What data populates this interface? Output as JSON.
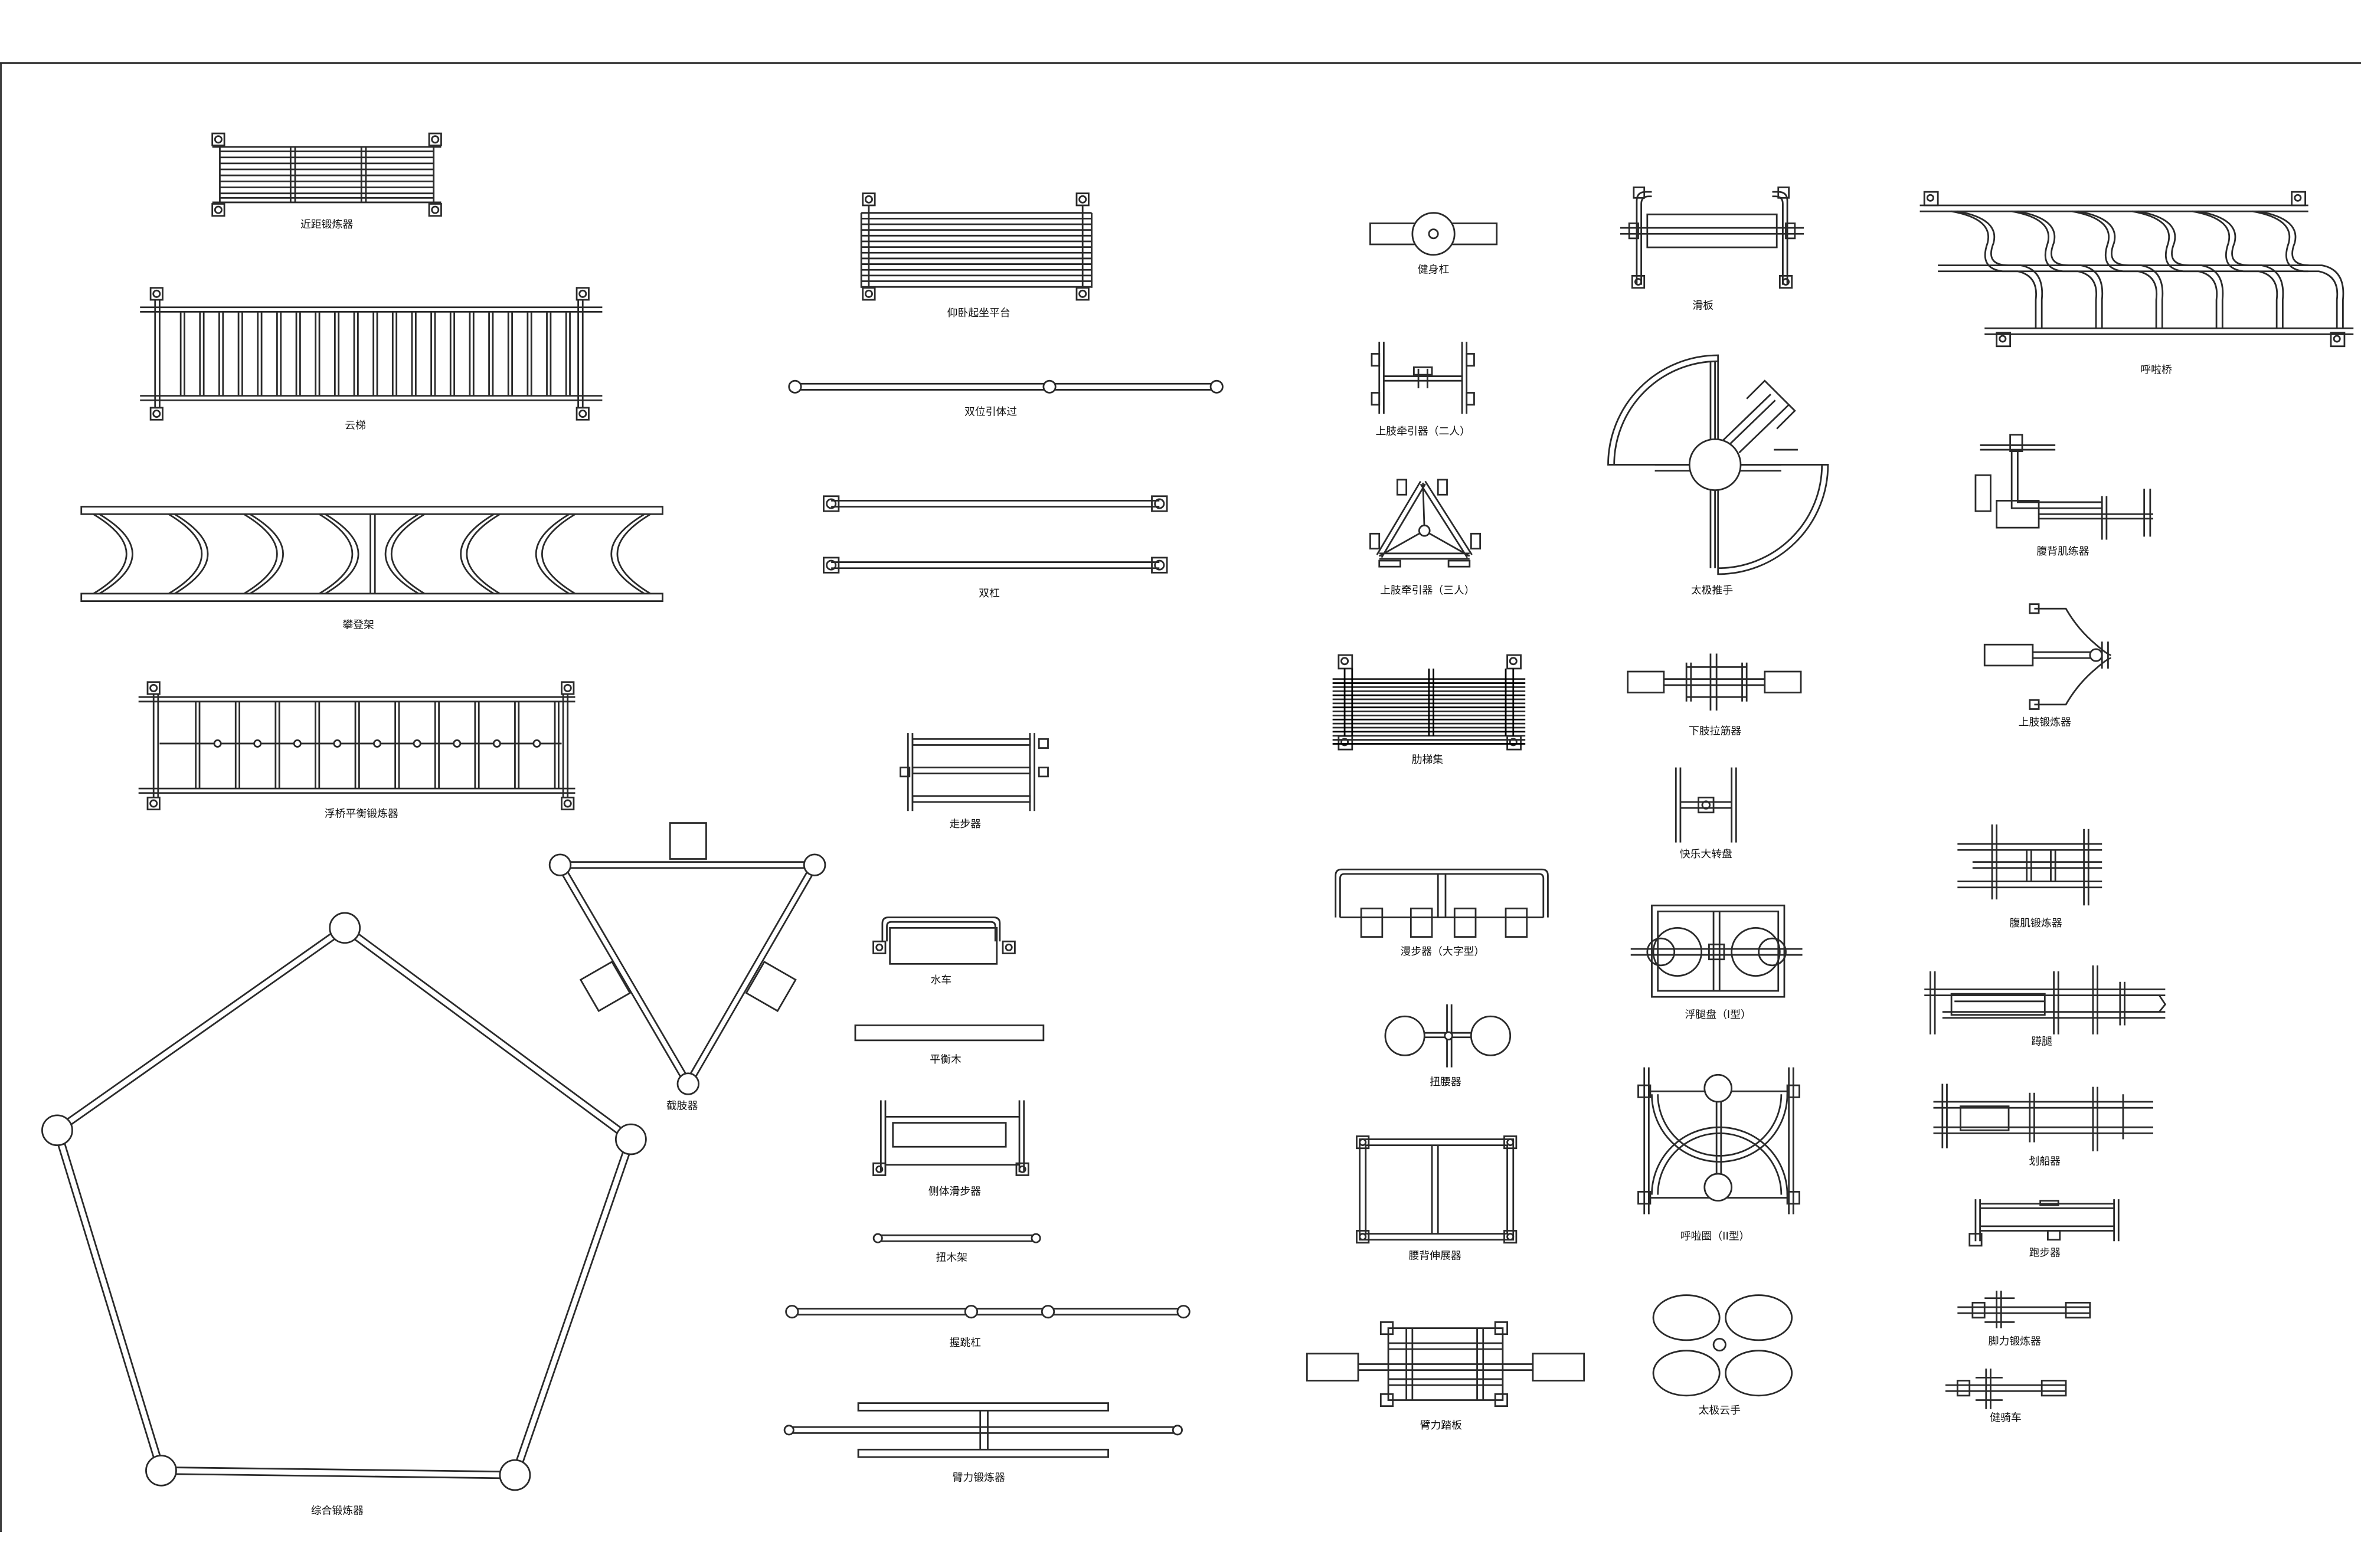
{
  "labels": {
    "l01": "近距锻炼器",
    "l02": "云梯",
    "l03": "攀登架",
    "l04": "浮桥平衡锻炼器",
    "l05": "综合锻炼器",
    "l06": "截肢器",
    "l07": "仰卧起坐平台",
    "l08": "双位引体过",
    "l09": "双杠",
    "l10": "走步器",
    "l11": "水车",
    "l12": "平衡木",
    "l13": "侧体滑步器",
    "l14": "扭木架",
    "l15": "握跳杠",
    "l16": "臂力锻炼器",
    "l17": "健身杠",
    "l18": "上肢牵引器（二人）",
    "l19": "上肢牵引器（三人）",
    "l20": "肋梯集",
    "l21": "漫步器（大字型）",
    "l22": "扭腰器",
    "l23": "腰背伸展器",
    "l24": "臂力踏板",
    "l25": "滑板",
    "l26": "太极推手",
    "l27": "下肢拉筋器",
    "l28": "快乐大转盘",
    "l29": "浮腿盘（I型）",
    "l30": "呼啦圈（II型）",
    "l31": "太极云手",
    "l32": "呼啦桥",
    "l33": "腹背肌练器",
    "l34": "上肢锻炼器",
    "l35": "腹肌锻炼器",
    "l36": "蹲腿",
    "l37": "划船器",
    "l38": "跑步器",
    "l39": "脚力锻炼器",
    "l40": "健骑车"
  }
}
